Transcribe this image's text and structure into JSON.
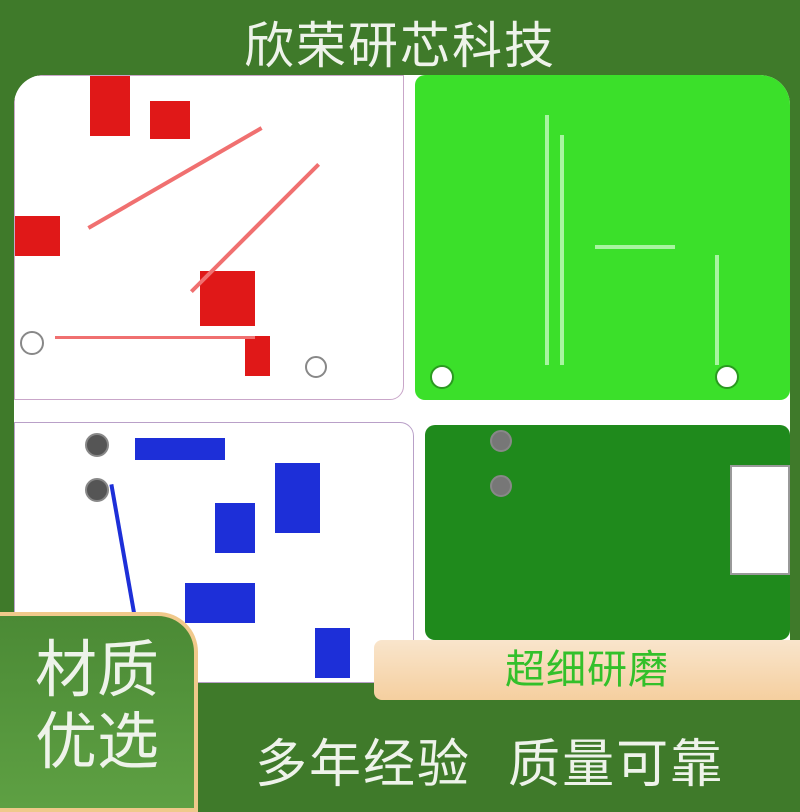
{
  "header": {
    "title": "欣荣研芯科技"
  },
  "badge": {
    "line1": "材质",
    "line2": "优选"
  },
  "banner": {
    "label": "超细研磨"
  },
  "footer": {
    "slogan1": "多年经验",
    "slogan2": "质量可靠"
  },
  "colors": {
    "background": "#3f7a2a",
    "banner_text": "#33c02a",
    "border_accent": "#f0c98b"
  }
}
